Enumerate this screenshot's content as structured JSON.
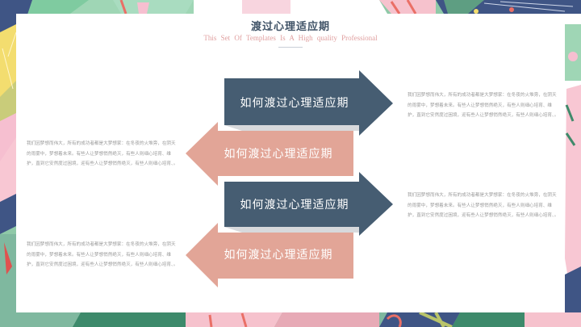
{
  "slide": {
    "title": "渡过心理适应期",
    "subtitle": "This  Set  Of  Templates  Is  A  High quality  Professional",
    "colors": {
      "dark_blue": "#465d72",
      "salmon": "#e2a597",
      "shadow": "#d7d9dc",
      "title": "#3f5266",
      "subtitle": "#e0a0a0",
      "body_text": "#9a9a9a"
    }
  },
  "arrows": [
    {
      "direction": "right",
      "color": "dark_blue",
      "label": "如何渡过心理适应期"
    },
    {
      "direction": "left",
      "color": "salmon",
      "label": "如何渡过心理适应期"
    },
    {
      "direction": "right",
      "color": "dark_blue",
      "label": "如何渡过心理适应期"
    },
    {
      "direction": "left",
      "color": "salmon",
      "label": "如何渡过心理适应期"
    }
  ],
  "descriptions": [
    {
      "position": "right-top",
      "text": "我们因梦想而伟大，所有的成功者都是大梦想家：在冬夜的火堆旁，在阴天的雨雾中，梦想着未来。有些人让梦想悄然绝灭，有些人则细心培育、维护，直到它安然度过困境，迎有些人让梦想悄然绝灭，有些人则细心培育、。"
    },
    {
      "position": "left-top",
      "text": "我们因梦想而伟大，所有的成功者都是大梦想家：在冬夜的火堆旁，在阴天的雨雾中，梦想着未来。有些人让梦想悄然绝灭，有些人则细心培育、维护，直到它安然度过困境，迎有些人让梦想悄然绝灭，有些人则细心培育、。"
    },
    {
      "position": "right-bottom",
      "text": "我们因梦想而伟大，所有的成功者都是大梦想家：在冬夜的火堆旁，在阴天的雨雾中，梦想着未来。有些人让梦想悄然绝灭，有些人则细心培育、维护，直到它安然度过困境，迎有些人让梦想悄然绝灭，有些人则细心培育、。"
    },
    {
      "position": "left-bottom",
      "text": "我们因梦想而伟大，所有的成功者都是大梦想家：在冬夜的火堆旁，在阴天的雨雾中，梦想着未来。有些人让梦想悄然绝灭，有些人则细心培育、维护，直到它安然度过困境，迎有些人让梦想悄然绝灭，有些人则细心培育、。"
    }
  ]
}
